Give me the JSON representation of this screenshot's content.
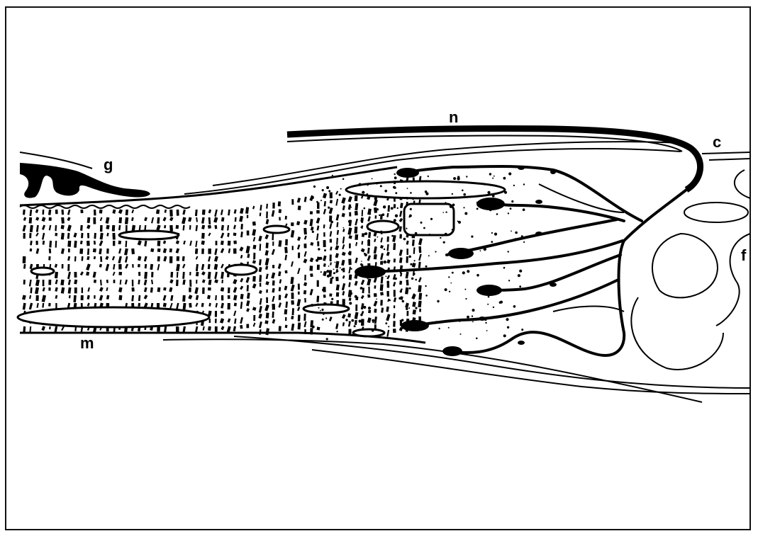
{
  "figure": {
    "labels": {
      "n": "n",
      "c": "c",
      "g": "g",
      "f": "f",
      "m": "m"
    },
    "colors": {
      "ink": "#000000",
      "paper": "#ffffff"
    }
  }
}
